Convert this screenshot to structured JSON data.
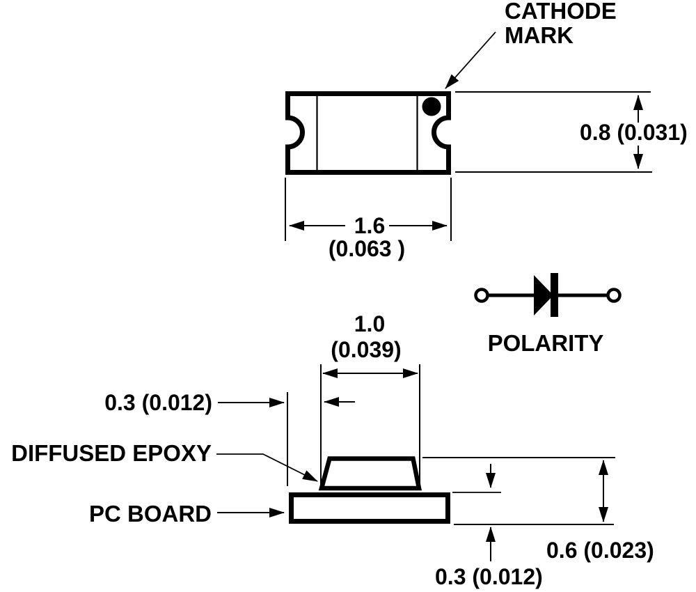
{
  "colors": {
    "ink": "#000000",
    "paper": "#ffffff"
  },
  "top_view": {
    "cathode_mark_line1": "CATHODE",
    "cathode_mark_line2": "MARK",
    "height_dim": "0.8 (0.031)",
    "width_dim_mm": "1.6",
    "width_dim_inch": "(0.063 )"
  },
  "polarity": {
    "label": "POLARITY"
  },
  "side_view": {
    "epoxy_width_mm": "1.0",
    "epoxy_width_inch": "(0.039)",
    "edge_offset_dim": "0.3 (0.012)",
    "epoxy_label": "DIFFUSED EPOXY",
    "board_label": "PC BOARD",
    "overall_height_dim": "0.6 (0.023)",
    "board_thickness_dim": "0.3 (0.012)"
  }
}
